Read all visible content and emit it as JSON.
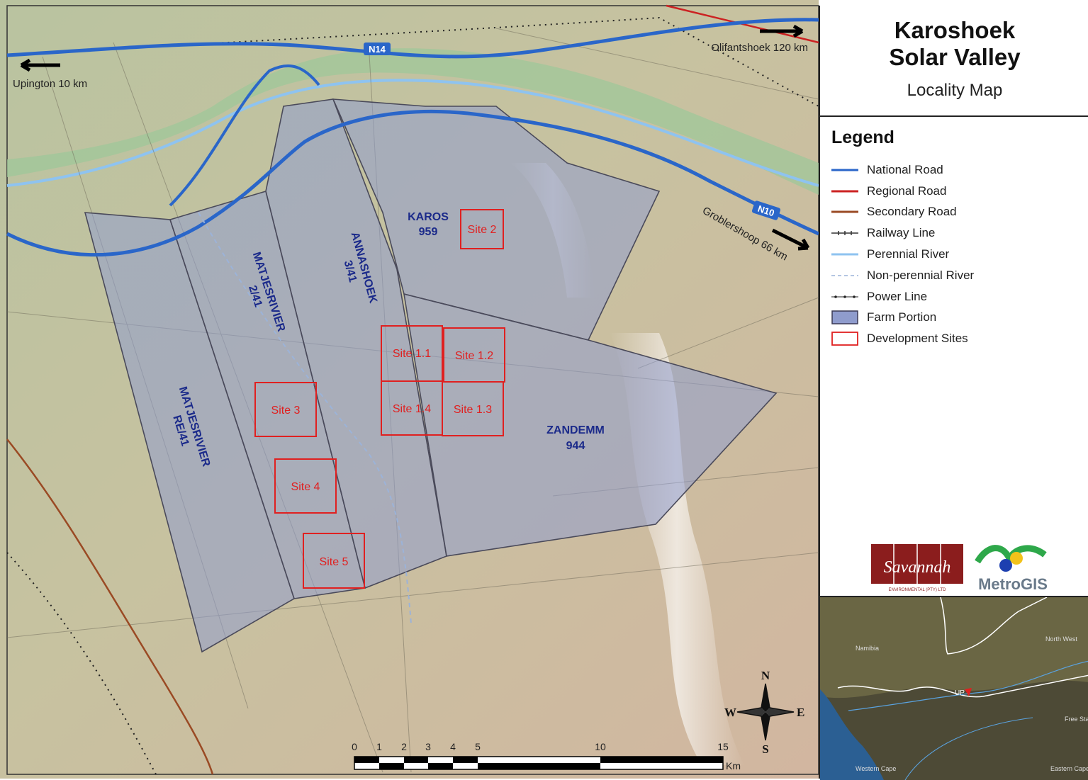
{
  "title": {
    "line1": "Karoshoek",
    "line2": "Solar Valley",
    "subtitle": "Locality Map"
  },
  "legend": {
    "heading": "Legend",
    "items": [
      {
        "label": "National Road",
        "kind": "line",
        "color": "#2a66c9"
      },
      {
        "label": "Regional Road",
        "kind": "line",
        "color": "#cc2222"
      },
      {
        "label": "Secondary Road",
        "kind": "line",
        "color": "#9a4a24"
      },
      {
        "label": "Railway Line",
        "kind": "rail",
        "color": "#333333"
      },
      {
        "label": "Perennial River",
        "kind": "line",
        "color": "#8ec3f0"
      },
      {
        "label": "Non-perennial River",
        "kind": "dash",
        "color": "#9cb3d8"
      },
      {
        "label": "Power Line",
        "kind": "dots",
        "color": "#222222"
      },
      {
        "label": "Farm Portion",
        "kind": "fill",
        "color": "#8f9ccd"
      },
      {
        "label": "Development Sites",
        "kind": "box",
        "color": "#e02020"
      }
    ]
  },
  "directions": {
    "upington": "Upington 10 km",
    "olifantshoek": "Olifantshoek 120 km",
    "groblershoop": "Groblershoop 66 km"
  },
  "roads": {
    "n14": "N14",
    "n10": "N10"
  },
  "farms": {
    "karos": {
      "name": "KAROS",
      "number": "959"
    },
    "annashoek": {
      "name": "ANNASHOEK",
      "number": "3/41"
    },
    "matjesrivier_2": {
      "name": "MATJESRIVIER",
      "number": "2/41"
    },
    "matjesrivier_re": {
      "name": "MATJESRIVIER",
      "number": "RE/41"
    },
    "zandemm": {
      "name": "ZANDEMM",
      "number": "944"
    }
  },
  "sites": {
    "s1_1": "Site 1.1",
    "s1_2": "Site 1.2",
    "s1_3": "Site 1.3",
    "s1_4": "Site 1.4",
    "s2": "Site 2",
    "s3": "Site 3",
    "s4": "Site 4",
    "s5": "Site 5"
  },
  "compass": {
    "n": "N",
    "s": "S",
    "e": "E",
    "w": "W"
  },
  "scalebar": {
    "ticks": [
      "0",
      "1",
      "2",
      "3",
      "4",
      "5",
      "10",
      "15"
    ],
    "unit": "Km"
  },
  "logos": {
    "savannah": "Savannah",
    "savannah_sub": "ENVIRONMENTAL (PTY) LTD",
    "metrogis": "MetroGIS"
  },
  "inset": {
    "marker": "UP",
    "places": [
      "Namibia",
      "North West",
      "Free State",
      "Western Cape",
      "Eastern Cape"
    ]
  },
  "colors": {
    "national_road": "#2a66c9",
    "farm_fill": "#8f9ccd",
    "site_box": "#e02020",
    "farm_label": "#1b2a8a"
  }
}
